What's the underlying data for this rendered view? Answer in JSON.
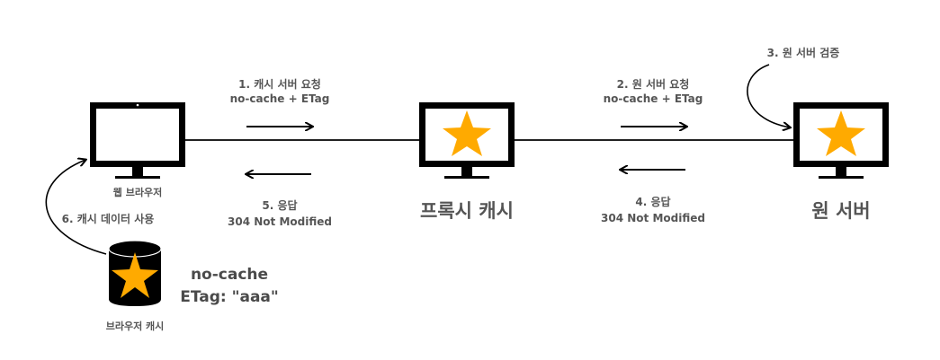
{
  "steps": {
    "s1_title": "1. 캐시 서버 요청",
    "s1_sub": "no-cache + ETag",
    "s2_title": "2. 원 서버 요청",
    "s2_sub": "no-cache + ETag",
    "s3_title": "3. 원 서버 검증",
    "s4_title": "4. 응답",
    "s4_sub": "304 Not Modified",
    "s5_title": "5. 응답",
    "s5_sub": "304 Not Modified",
    "s6_title": "6. 캐시 데이터 사용"
  },
  "nodes": {
    "browser": "웹 브라우저",
    "proxy": "프록시 캐시",
    "origin": "원 서버",
    "browser_cache": "브라우저 캐시"
  },
  "cache_headers": {
    "line1": "no-cache",
    "line2": "ETag: \"aaa\""
  },
  "colors": {
    "star": "#FFAA00",
    "device": "#000000",
    "text": "#555555"
  }
}
